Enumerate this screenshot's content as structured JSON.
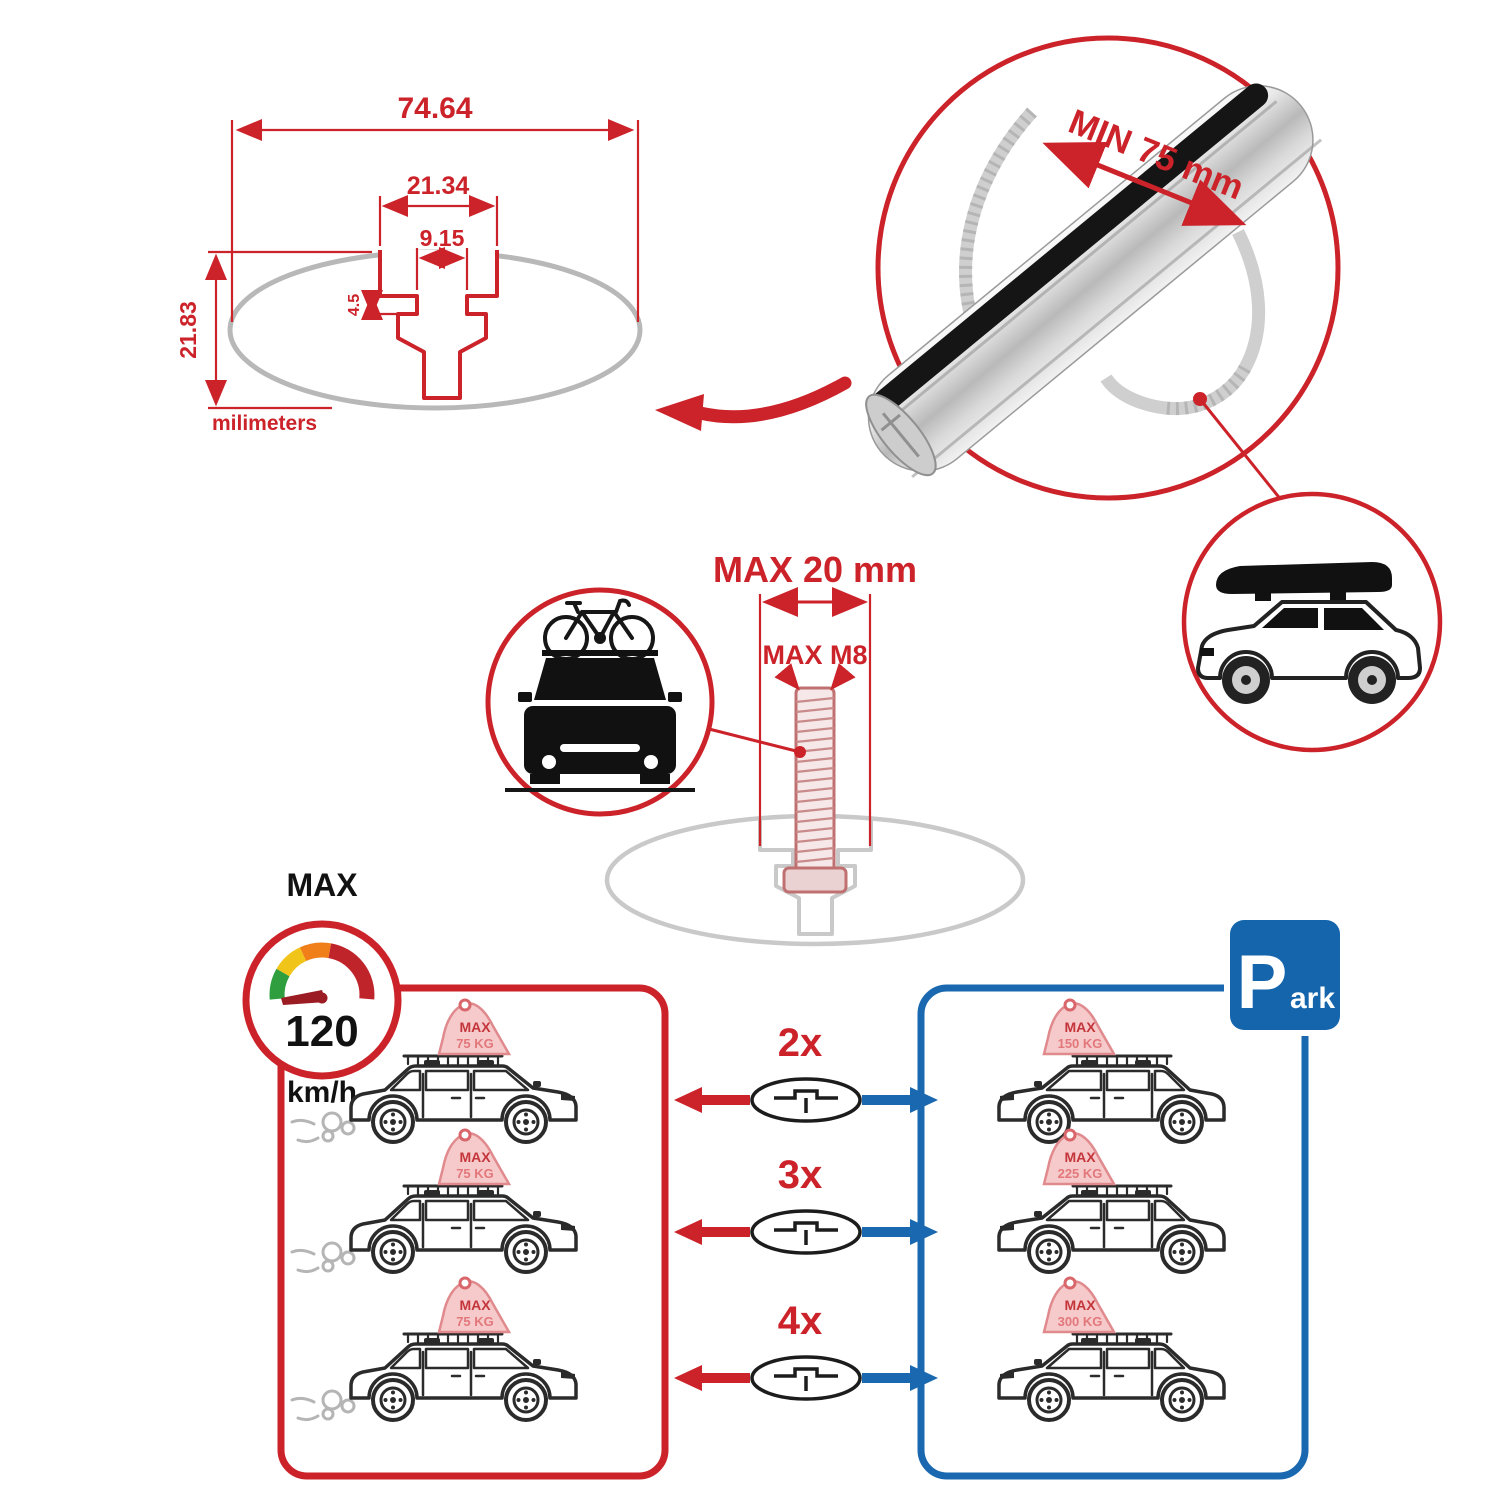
{
  "colors": {
    "red": "#cc2229",
    "blue": "#1a68b0",
    "ghost_gray": "#c9c9c9",
    "line_black": "#2b2b2b"
  },
  "cross_section": {
    "dims": {
      "total_width": "74.64",
      "opening_width": "21.34",
      "slot_width": "9.15",
      "lip_height": "4.5",
      "height": "21.83"
    },
    "unit_label": "milimeters"
  },
  "bar_view": {
    "min_span_label": "MIN 75 mm"
  },
  "bolt_view": {
    "max_width_label": "MAX 20 mm",
    "max_bolt_label": "MAX M8"
  },
  "speed_limit": {
    "heading": "MAX",
    "value": "120",
    "unit": "km/h"
  },
  "park_sign": {
    "letter": "P",
    "suffix": "ark"
  },
  "load_table": {
    "rows": [
      {
        "bar_count": "2x",
        "driving_tag": {
          "label": "MAX",
          "value": "75 KG"
        },
        "parked_tag": {
          "label": "MAX",
          "value": "150 KG"
        }
      },
      {
        "bar_count": "3x",
        "driving_tag": {
          "label": "MAX",
          "value": "75 KG"
        },
        "parked_tag": {
          "label": "MAX",
          "value": "225 KG"
        }
      },
      {
        "bar_count": "4x",
        "driving_tag": {
          "label": "MAX",
          "value": "75 KG"
        },
        "parked_tag": {
          "label": "MAX",
          "value": "300 KG"
        }
      }
    ]
  }
}
